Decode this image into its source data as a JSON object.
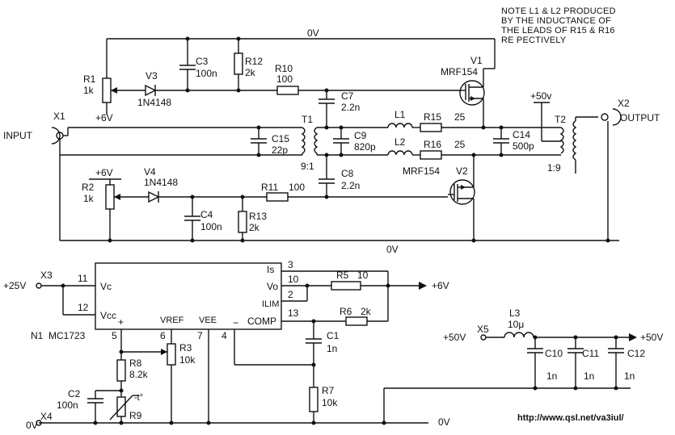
{
  "note": {
    "lines": [
      "NOTE L1 & L2 PRODUCED",
      "BY THE INDUCTANCE OF",
      "THE LEADS OF R15 & R16",
      "RE PECTIVELY"
    ]
  },
  "url": "http://www.qsl.net/va3iul/",
  "rails": {
    "top": "0V",
    "mid": "0V",
    "bottom": "0V"
  },
  "ports": {
    "input": "INPUT",
    "x1": "X1",
    "output": "OUTPUT",
    "x2": "X2",
    "x3": "X3",
    "v25": "+25V",
    "x4": "X4",
    "v0": "0V",
    "x5": "X5",
    "v50in": "+50V",
    "v50out": "+50V",
    "v6out": "+6V",
    "plus50": "+50v"
  },
  "parts": {
    "r1": {
      "ref": "R1",
      "value": "1k"
    },
    "r1_supply": "+6V",
    "v3": {
      "ref": "V3",
      "value": "1N4148"
    },
    "c3": {
      "ref": "C3",
      "value": "100n"
    },
    "r12": {
      "ref": "R12",
      "value": "2k"
    },
    "r10": {
      "ref": "R10",
      "value": "100"
    },
    "v1": {
      "ref": "V1",
      "value": "MRF154"
    },
    "c7": {
      "ref": "C7",
      "value": "2.2n"
    },
    "t1": {
      "ref": "T1",
      "ratio": "9:1"
    },
    "c15": {
      "ref": "C15",
      "value": "22p"
    },
    "c9": {
      "ref": "C9",
      "value": "820p"
    },
    "l1": {
      "ref": "L1"
    },
    "l2": {
      "ref": "L2"
    },
    "r15": {
      "ref": "R15",
      "value": "25"
    },
    "r16": {
      "ref": "R16",
      "value": "25"
    },
    "c14": {
      "ref": "C14",
      "value": "500p"
    },
    "t2": {
      "ref": "T2",
      "ratio": "1:9"
    },
    "c8": {
      "ref": "C8",
      "value": "2.2n"
    },
    "v2": {
      "ref": "V2",
      "value": "MRF154"
    },
    "r2": {
      "ref": "R2",
      "value": "1k"
    },
    "r2_supply": "+6V",
    "v4": {
      "ref": "V4",
      "value": "1N4148"
    },
    "r11": {
      "ref": "R11",
      "value": "100"
    },
    "c4": {
      "ref": "C4",
      "value": "100n"
    },
    "r13": {
      "ref": "R13",
      "value": "2k"
    },
    "n1": {
      "ref": "N1",
      "value": "MC1723"
    },
    "r5": {
      "ref": "R5",
      "value": "10"
    },
    "r6": {
      "ref": "R6",
      "value": "2k"
    },
    "c1": {
      "ref": "C1",
      "value": "1n"
    },
    "r7": {
      "ref": "R7",
      "value": "10k"
    },
    "r3": {
      "ref": "R3",
      "value": "10k"
    },
    "r8": {
      "ref": "R8",
      "value": "8.2k"
    },
    "c2": {
      "ref": "C2",
      "value": "100n"
    },
    "r9": {
      "ref": "R9",
      "value": "-t°"
    },
    "l3": {
      "ref": "L3",
      "value": "10μ"
    },
    "c10": {
      "ref": "C10",
      "value": "1n"
    },
    "c11": {
      "ref": "C11",
      "value": "1n"
    },
    "c12": {
      "ref": "C12",
      "value": "1n"
    }
  },
  "ic": {
    "pins": {
      "vc": "Vc",
      "vcc": "Vcc",
      "vref": "VREF",
      "vee": "VEE",
      "is": "Is",
      "vo": "Vo",
      "ilim": "ILIM",
      "comp": "COMP",
      "plus": "+",
      "minus": "−"
    },
    "pin_numbers": {
      "p3": "3",
      "p10": "10",
      "p2": "2",
      "p13": "13",
      "p11": "11",
      "p12": "12",
      "p5": "5",
      "p6": "6",
      "p7": "7",
      "p4": "4"
    }
  }
}
